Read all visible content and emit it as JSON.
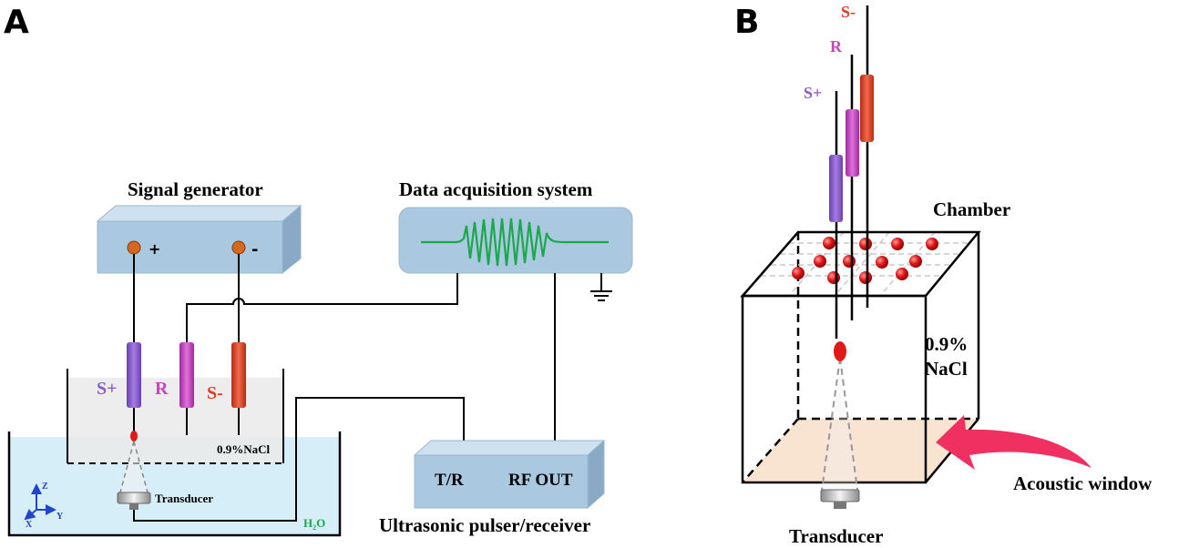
{
  "panels": {
    "a": {
      "letter": "A",
      "signal_generator": {
        "title": "Signal generator",
        "plus": "+",
        "minus": "-"
      },
      "daq": {
        "title": "Data acquisition system"
      },
      "electrodes": {
        "s_plus": "S+",
        "r": "R",
        "s_minus": "S-"
      },
      "chamber_label": "0.9%NaCl",
      "transducer": "Transducer",
      "water": {
        "h": "H",
        "sub": "2",
        "o": "O"
      },
      "axes": {
        "z": "Z",
        "x": "X",
        "y": "Y"
      },
      "pulser": {
        "tr": "T/R",
        "rf": "RF OUT",
        "title": "Ultrasonic pulser/receiver"
      }
    },
    "b": {
      "letter": "B",
      "electrodes": {
        "s_plus": "S+",
        "r": "R",
        "s_minus": "S-"
      },
      "chamber": "Chamber",
      "nacl_line1": "0.9%",
      "nacl_line2": "NaCl",
      "acoustic_window": "Acoustic window",
      "transducer": "Transducer"
    }
  },
  "colors": {
    "s_plus": "#8a5cc8",
    "r": "#c844c0",
    "s_minus": "#e03c24",
    "box": "#aac8e0",
    "water": "#d6eef8",
    "wave": "#1aa84a",
    "terminal": "#d2691e"
  }
}
